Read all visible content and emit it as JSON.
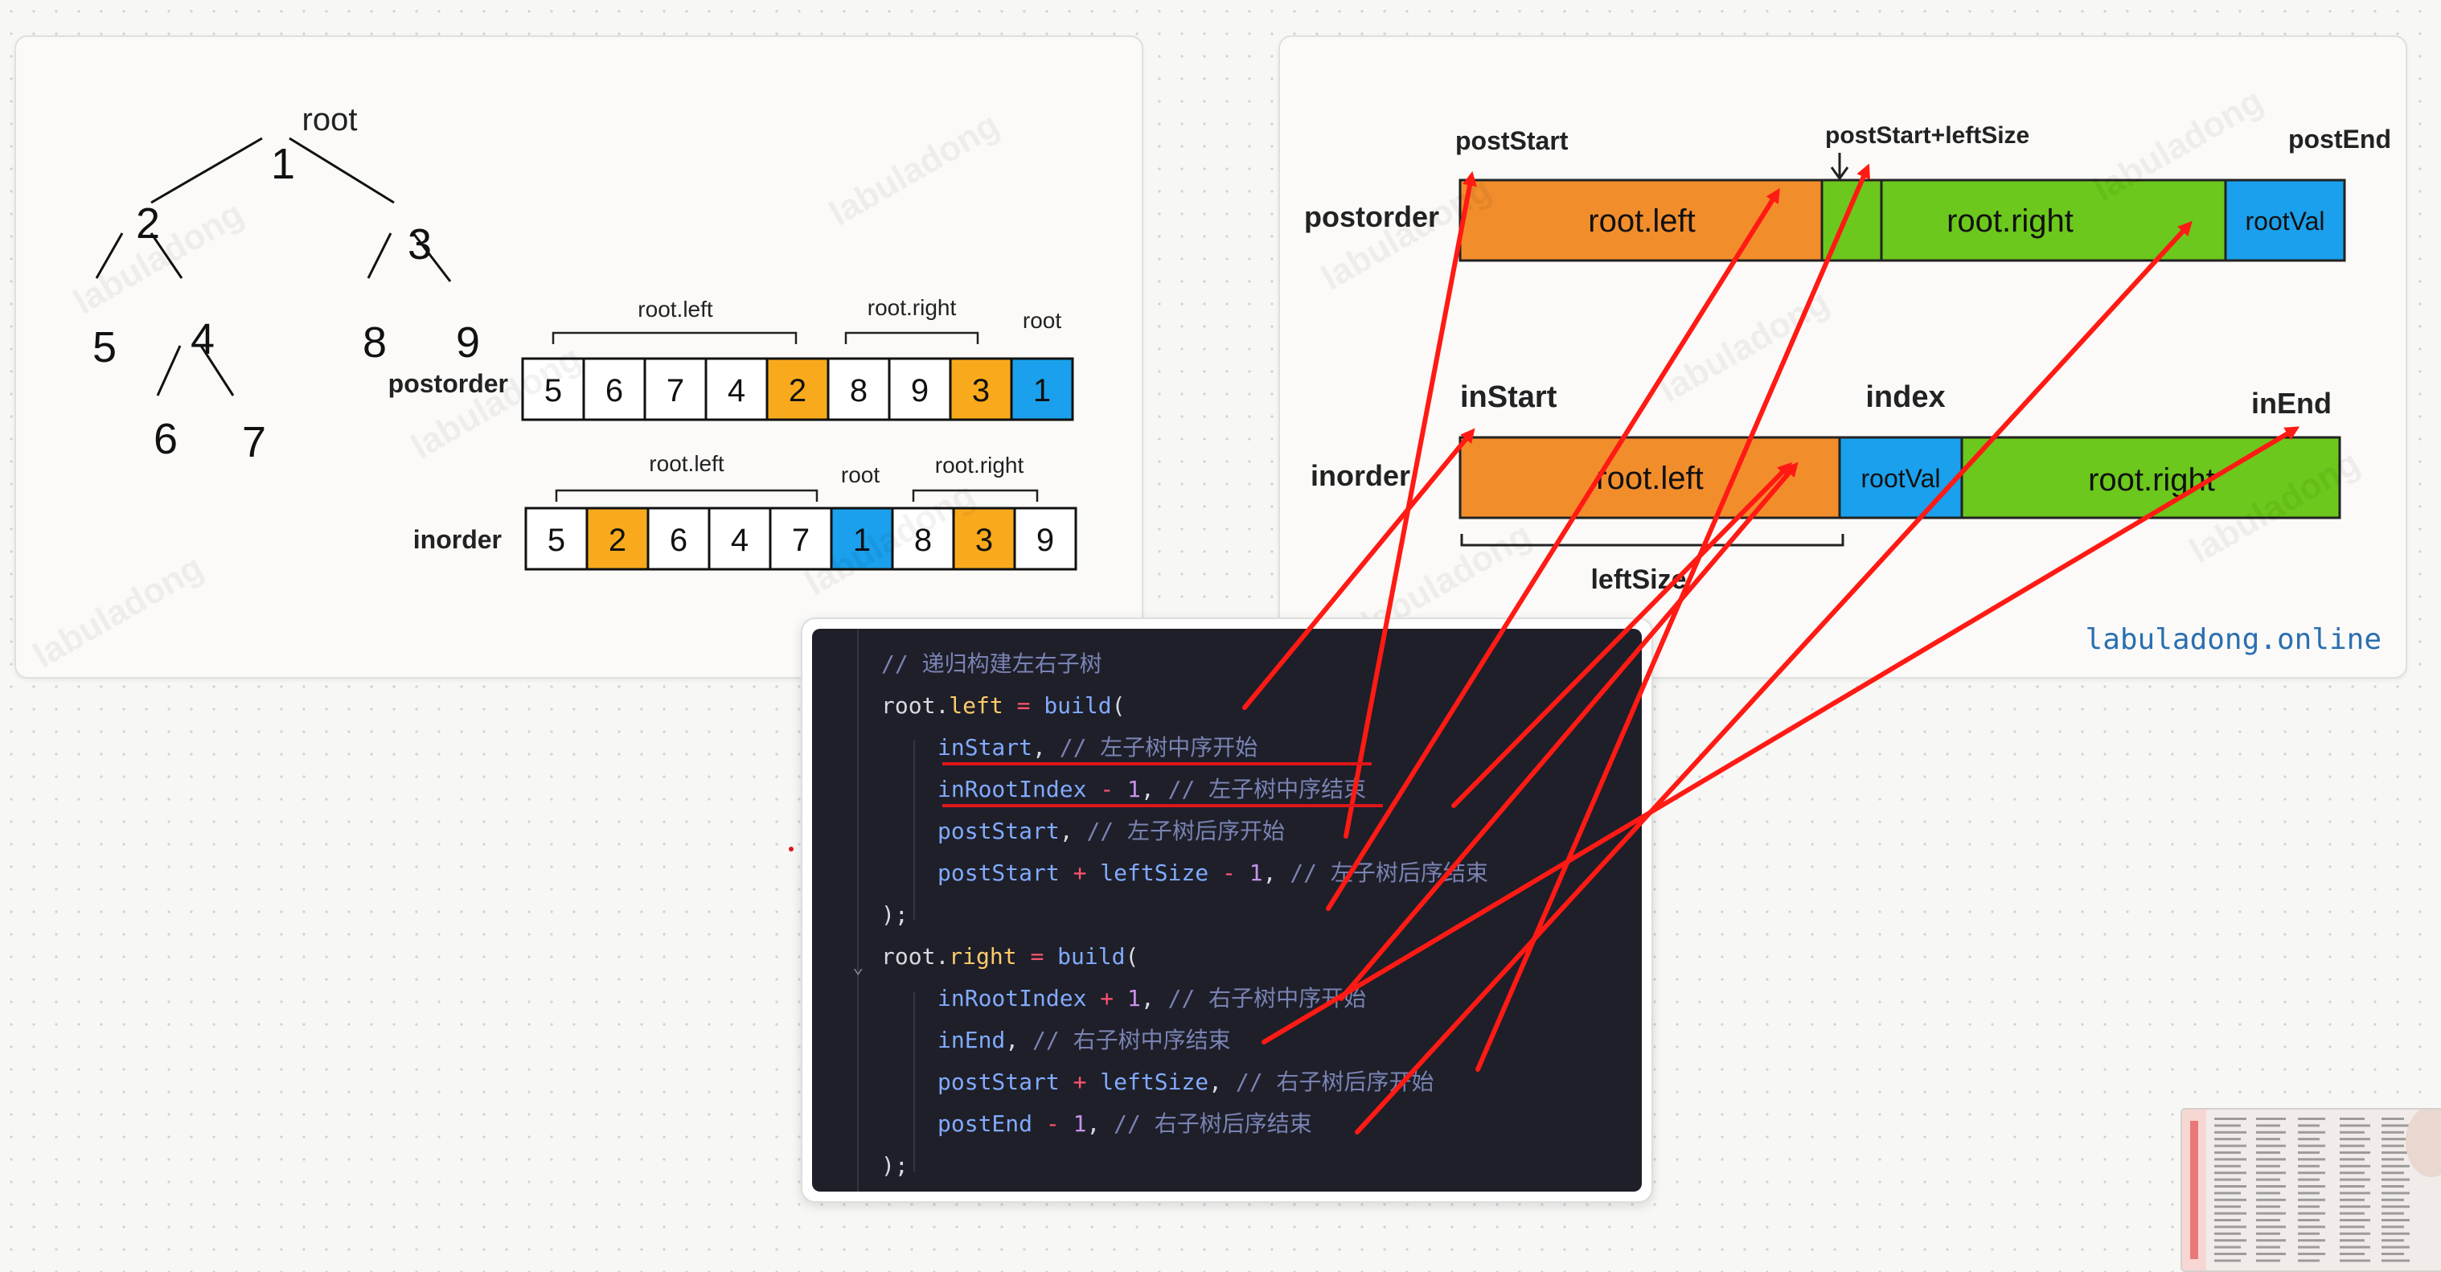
{
  "tree_card": {
    "root_label": "root",
    "nodes": [
      "1",
      "2",
      "3",
      "5",
      "4",
      "8",
      "9",
      "6",
      "7"
    ],
    "postorder": {
      "label": "postorder",
      "values": [
        "5",
        "6",
        "7",
        "4",
        "2",
        "8",
        "9",
        "3",
        "1"
      ],
      "brace_left": "root.left",
      "brace_right": "root.right",
      "root_tag": "root"
    },
    "inorder": {
      "label": "inorder",
      "values": [
        "5",
        "2",
        "6",
        "4",
        "7",
        "1",
        "8",
        "3",
        "9"
      ],
      "brace_left": "root.left",
      "brace_right": "root.right",
      "root_tag": "root"
    },
    "watermark": "labuladong"
  },
  "index_card": {
    "postorder": {
      "label": "postorder",
      "segments": [
        "root.left",
        "root.right",
        "rootVal"
      ],
      "marker_start": "postStart",
      "marker_mid": "postStart+leftSize",
      "marker_end": "postEnd"
    },
    "inorder": {
      "label": "inorder",
      "segments": [
        "root.left",
        "rootVal",
        "root.right"
      ],
      "marker_start": "inStart",
      "marker_mid": "index",
      "marker_end": "inEnd",
      "size_label": "leftSize"
    },
    "site": "labuladong.online",
    "watermark": "labuladong"
  },
  "code": {
    "lines": [
      [
        {
          "t": "// 递归构建左右子树",
          "c": "cm"
        }
      ],
      [
        {
          "t": "root",
          "c": "p"
        },
        {
          "t": ".",
          "c": "p"
        },
        {
          "t": "left",
          "c": "prop"
        },
        {
          "t": " = ",
          "c": "op"
        },
        {
          "t": "build",
          "c": "fn"
        },
        {
          "t": "(",
          "c": "p"
        }
      ],
      [
        {
          "t": "inStart",
          "c": "fn"
        },
        {
          "t": ", ",
          "c": "p"
        },
        {
          "t": "// 左子树中序开始",
          "c": "cm"
        }
      ],
      [
        {
          "t": "inRootIndex",
          "c": "fn"
        },
        {
          "t": " - ",
          "c": "op"
        },
        {
          "t": "1",
          "c": "num"
        },
        {
          "t": ", ",
          "c": "p"
        },
        {
          "t": "// 左子树中序结束",
          "c": "cm"
        }
      ],
      [
        {
          "t": "postStart",
          "c": "fn"
        },
        {
          "t": ", ",
          "c": "p"
        },
        {
          "t": "// 左子树后序开始",
          "c": "cm"
        }
      ],
      [
        {
          "t": "postStart",
          "c": "fn"
        },
        {
          "t": " + ",
          "c": "op"
        },
        {
          "t": "leftSize",
          "c": "fn"
        },
        {
          "t": " - ",
          "c": "op"
        },
        {
          "t": "1",
          "c": "num"
        },
        {
          "t": ", ",
          "c": "p"
        },
        {
          "t": "// 左子树后序结束",
          "c": "cm"
        }
      ],
      [
        {
          "t": ");",
          "c": "p"
        }
      ],
      [
        {
          "t": "root",
          "c": "p"
        },
        {
          "t": ".",
          "c": "p"
        },
        {
          "t": "right",
          "c": "prop"
        },
        {
          "t": " = ",
          "c": "op"
        },
        {
          "t": "build",
          "c": "fn"
        },
        {
          "t": "(",
          "c": "p"
        }
      ],
      [
        {
          "t": "inRootIndex",
          "c": "fn"
        },
        {
          "t": " + ",
          "c": "op"
        },
        {
          "t": "1",
          "c": "num"
        },
        {
          "t": ", ",
          "c": "p"
        },
        {
          "t": "// 右子树中序开始",
          "c": "cm"
        }
      ],
      [
        {
          "t": "inEnd",
          "c": "fn"
        },
        {
          "t": ", ",
          "c": "p"
        },
        {
          "t": "// 右子树中序结束",
          "c": "cm"
        }
      ],
      [
        {
          "t": "postStart",
          "c": "fn"
        },
        {
          "t": " + ",
          "c": "op"
        },
        {
          "t": "leftSize",
          "c": "fn"
        },
        {
          "t": ", ",
          "c": "p"
        },
        {
          "t": "// 右子树后序开始",
          "c": "cm"
        }
      ],
      [
        {
          "t": "postEnd",
          "c": "fn"
        },
        {
          "t": " - ",
          "c": "op"
        },
        {
          "t": "1",
          "c": "num"
        },
        {
          "t": ", ",
          "c": "p"
        },
        {
          "t": "// 右子树后序结束",
          "c": "cm"
        }
      ],
      [
        {
          "t": ");",
          "c": "p"
        }
      ]
    ]
  },
  "colors": {
    "orange": "#f28d2c",
    "green": "#6cc81c",
    "blue": "#1aa0ec",
    "amber": "#f9aa1c",
    "arrow": "#ff1a14"
  }
}
